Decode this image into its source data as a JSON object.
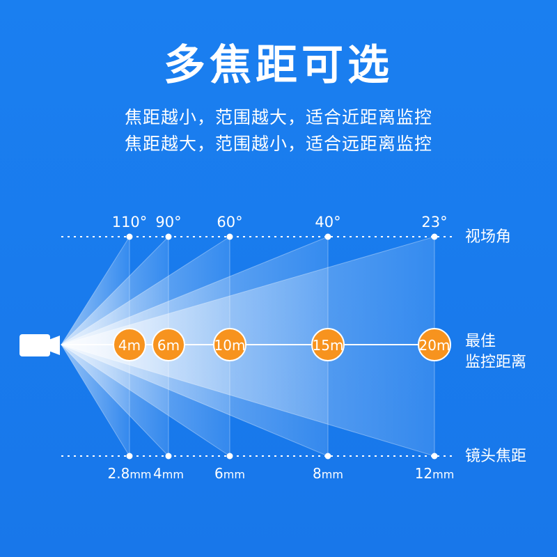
{
  "title": "多焦距可选",
  "subtitle_lines": [
    "焦距越小，范围越大，适合近距离监控",
    "焦距越大，范围越小，适合远距离监控"
  ],
  "labels": {
    "fov": "视场角",
    "best_line1": "最佳",
    "best_line2": "监控距离",
    "focal": "镜头焦距"
  },
  "angles": [
    "110°",
    "90°",
    "60°",
    "40°",
    "23°"
  ],
  "distances": [
    "4m",
    "6m",
    "10m",
    "15m",
    "20m"
  ],
  "focal_lengths": [
    {
      "num": "2.8",
      "unit": "mm"
    },
    {
      "num": "4",
      "unit": "mm"
    },
    {
      "num": "6",
      "unit": "mm"
    },
    {
      "num": "8",
      "unit": "mm"
    },
    {
      "num": "12",
      "unit": "mm"
    }
  ],
  "colors": {
    "background": "#1a7bea",
    "badge": "#f7931e",
    "badge_border": "#ffffff"
  },
  "icons": {
    "camera": "camera-icon"
  }
}
